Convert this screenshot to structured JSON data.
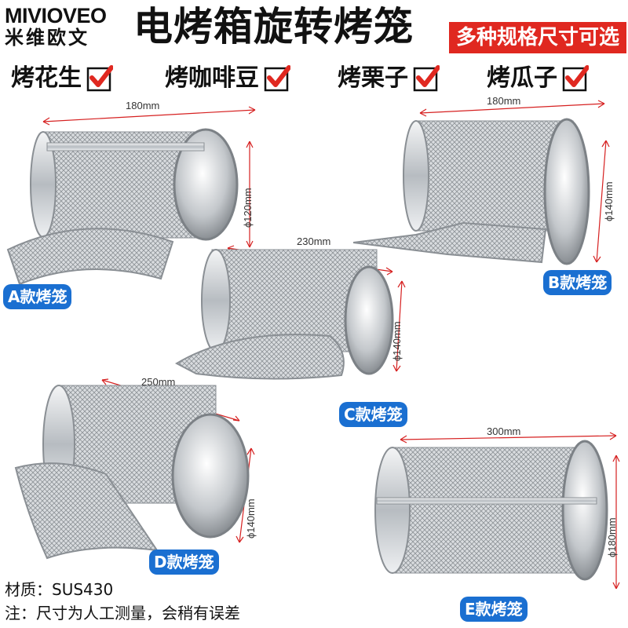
{
  "header": {
    "brand_en": "MIVIOVEO",
    "brand_cn": "米维欧文",
    "title": "电烤箱旋转烤笼",
    "tag": "多种规格尺寸可选"
  },
  "uses": [
    {
      "label": "烤花生"
    },
    {
      "label": "烤咖啡豆"
    },
    {
      "label": "烤栗子"
    },
    {
      "label": "烤瓜子"
    }
  ],
  "models": [
    {
      "label": "A款烤笼",
      "length": "180mm",
      "diameter": "ϕ120mm"
    },
    {
      "label": "B款烤笼",
      "length": "180mm",
      "diameter": "ϕ140mm"
    },
    {
      "label": "C款烤笼",
      "length": "230mm",
      "diameter": "ϕ140mm"
    },
    {
      "label": "D款烤笼",
      "length": "250mm",
      "diameter": "ϕ140mm"
    },
    {
      "label": "E款烤笼",
      "length": "300mm",
      "diameter": "ϕ180mm"
    }
  ],
  "notes": {
    "material": "材质：SUS430",
    "note": "注：尺寸为人工测量，会稍有误差"
  },
  "colors": {
    "accent_red": "#e02820",
    "label_blue": "#1a6fd1",
    "dimension_red": "#d62020"
  }
}
